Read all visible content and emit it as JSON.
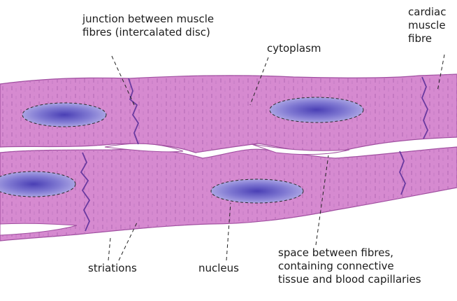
{
  "labels": {
    "junction": [
      "junction between muscle",
      "fibres (intercalated disc)"
    ],
    "cytoplasm": "cytoplasm",
    "cardiac": [
      "cardiac",
      "muscle",
      "fibre"
    ],
    "striations": "striations",
    "nucleus": "nucleus",
    "space": [
      "space between fibres,",
      "containing connective",
      "tissue and blood capillaries"
    ]
  },
  "colors": {
    "fibre_fill": "#d68ad0",
    "fibre_edge": "#a04fa0",
    "nucleus_outer": "#8d86d6",
    "nucleus_inner": "#5a4fc0",
    "disc_line": "#6a3aa0",
    "striation": "#b46ab4"
  }
}
